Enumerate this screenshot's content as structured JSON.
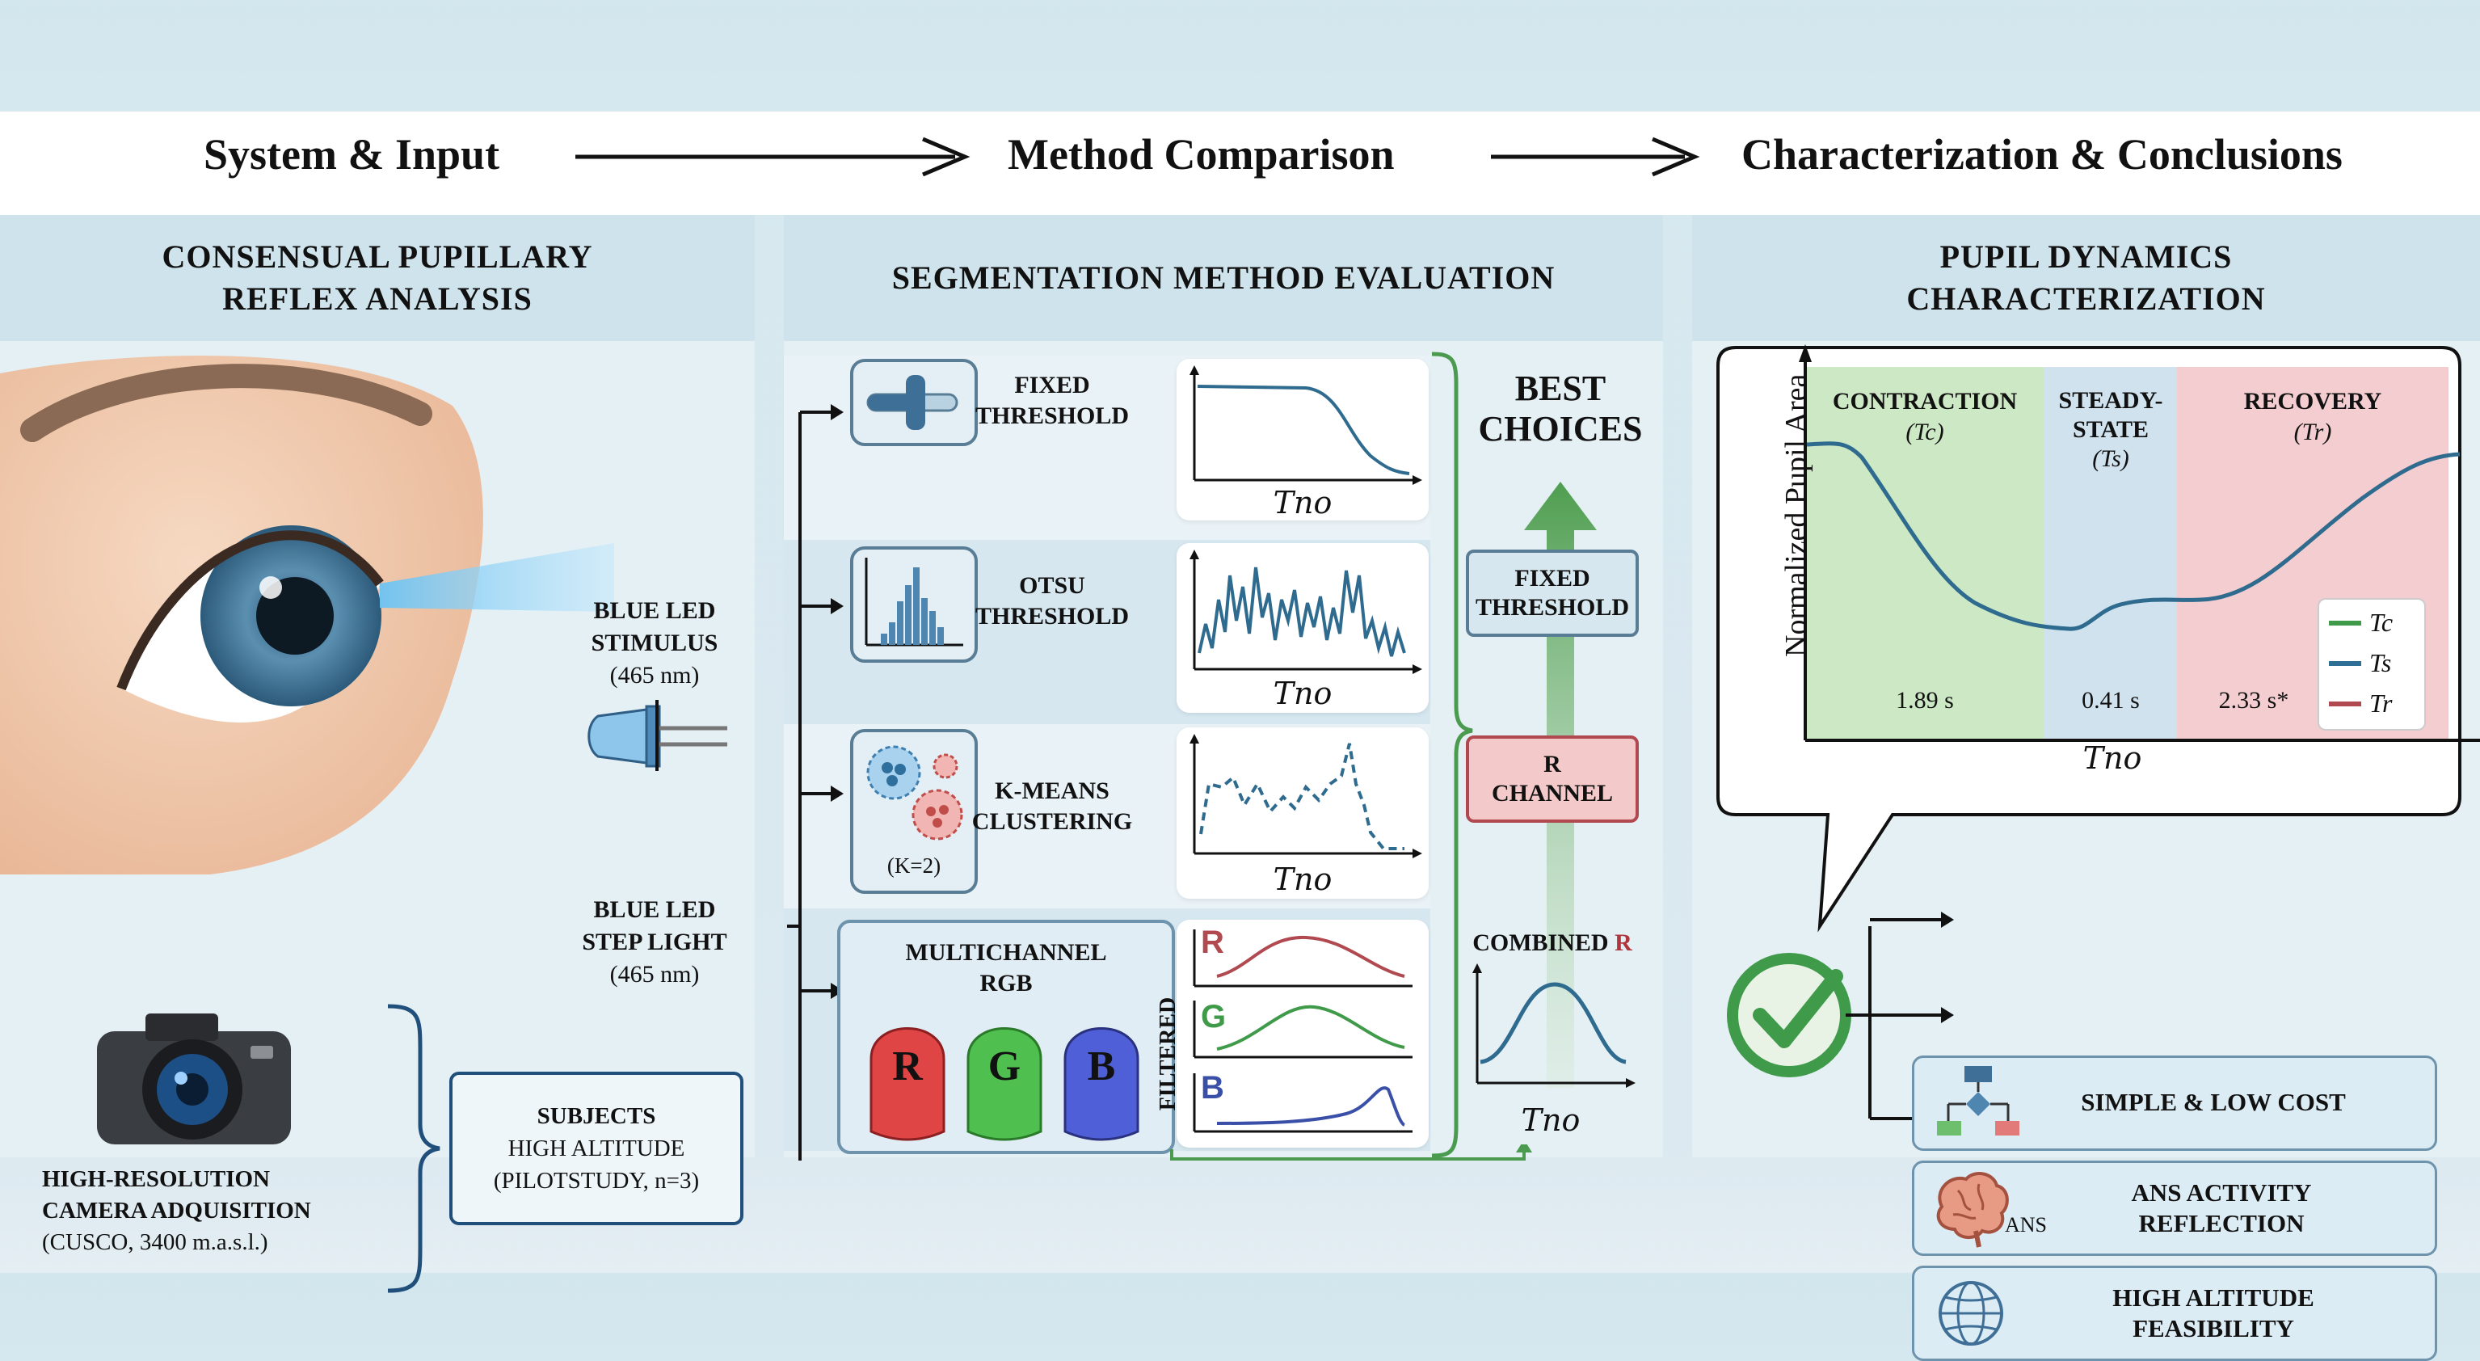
{
  "stages": {
    "system_input": "System & Input",
    "method_comparison": "Method Comparison",
    "characterization": "Characterization & Conclusions"
  },
  "panel1": {
    "title_line1": "CONSENSUAL PUPILLARY",
    "title_line2": "REFLEX ANALYSIS",
    "stimulus_line1": "BLUE LED",
    "stimulus_line2": "STIMULUS",
    "stimulus_wavelength": "(465 nm)",
    "step_line1": "BLUE LED",
    "step_line2": "STEP LIGHT",
    "step_wavelength": "(465 nm)",
    "camera_line1": "HIGH-RESOLUTION",
    "camera_line2": "CAMERA ADQUISITION",
    "camera_location": "(CUSCO, 3400 m.a.s.l.)",
    "subjects_title": "SUBJECTS",
    "subjects_line2": "HIGH ALTITUDE",
    "subjects_line3": "(PILOTSTUDY, n=3)"
  },
  "panel2": {
    "title": "SEGMENTATION METHOD EVALUATION",
    "methods": [
      {
        "line1": "FIXED",
        "line2": "THRESHOLD"
      },
      {
        "line1": "OTSU",
        "line2": "THRESHOLD"
      },
      {
        "line1": "K-MEANS",
        "line2": "CLUSTERING"
      }
    ],
    "kmeans_k": "(K=2)",
    "multichannel_line1": "MULTICHANNEL",
    "multichannel_line2": "RGB",
    "channel_r": "R",
    "channel_g": "G",
    "channel_b": "B",
    "filtered": "FILTERED",
    "tno": "Tno",
    "best_line1": "BEST",
    "best_line2": "CHOICES",
    "choice_fixed_line1": "FIXED",
    "choice_fixed_line2": "THRESHOLD",
    "choice_r_line1": "R",
    "choice_r_line2": "CHANNEL",
    "combined": "COMBINED",
    "combined_r": "R"
  },
  "panel3": {
    "title_line1": "PUPIL DYNAMICS",
    "title_line2": "CHARACTERIZATION",
    "ylabel": "Normalized Pupil Area",
    "xlabel": "Tno",
    "phases": [
      {
        "line1": "CONTRACTION",
        "line2": "",
        "symbol": "(Tc)",
        "duration": "1.89 s",
        "color": "#cde8c4"
      },
      {
        "line1": "STEADY-",
        "line2": "STATE",
        "symbol": "(Ts)",
        "duration": "0.41 s",
        "color": "#cfe2ee"
      },
      {
        "line1": "RECOVERY",
        "line2": "",
        "symbol": "(Tr)",
        "duration": "2.33 s*",
        "color": "#f3cdcf"
      }
    ],
    "legend": [
      {
        "label": "Tc",
        "color": "#3f9a4a"
      },
      {
        "label": "Ts",
        "color": "#2f6f96"
      },
      {
        "label": "Tr",
        "color": "#b04a50"
      }
    ],
    "benefits": [
      {
        "line1": "SIMPLE & LOW COST",
        "line2": "",
        "icon": "flowchart-icon"
      },
      {
        "line1": "ANS ACTIVITY",
        "line2": "REFLECTION",
        "icon": "brain-icon",
        "tag": "ANS"
      },
      {
        "line1": "HIGH ALTITUDE",
        "line2": "FEASIBILITY",
        "icon": "globe-icon"
      }
    ]
  },
  "colors": {
    "accent_blue": "#1f4f7a",
    "accent_green": "#4a9a4f",
    "curve_blue": "#2e6b8f",
    "red_channel": "#b0353c"
  }
}
